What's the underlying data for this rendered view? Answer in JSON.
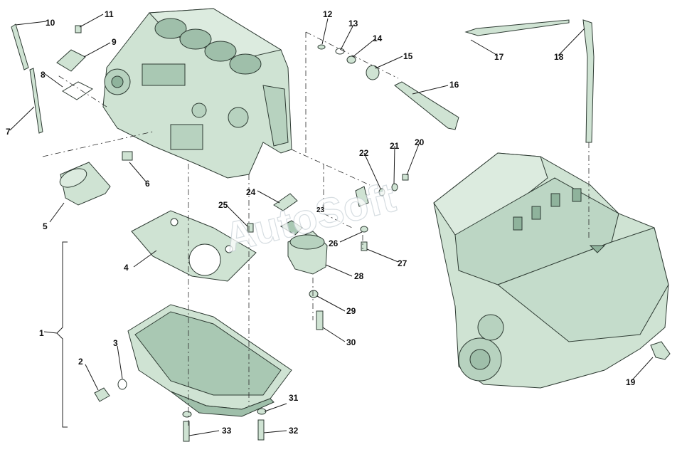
{
  "diagram": {
    "watermark": "AutoSoft",
    "colors": {
      "part_fill": "#cfe3d3",
      "part_dark": "#9fbfaa",
      "part_outline": "#2e3b33",
      "leader": "#1a1a1a",
      "watermark_outline": "#c9d2d8"
    },
    "parts": {
      "p1": "1",
      "p2": "2",
      "p3": "3",
      "p4": "4",
      "p5": "5",
      "p6": "6",
      "p7": "7",
      "p8": "8",
      "p9": "9",
      "p10": "10",
      "p11": "11",
      "p12": "12",
      "p13": "13",
      "p14": "14",
      "p15": "15",
      "p16": "16",
      "p17": "17",
      "p18": "18",
      "p19": "19",
      "p20": "20",
      "p21": "21",
      "p22": "22",
      "p23": "23",
      "p24": "24",
      "p25": "25",
      "p26": "26",
      "p27": "27",
      "p28": "28",
      "p29": "29",
      "p30": "30",
      "p31": "31",
      "p32": "32",
      "p33": "33"
    }
  }
}
